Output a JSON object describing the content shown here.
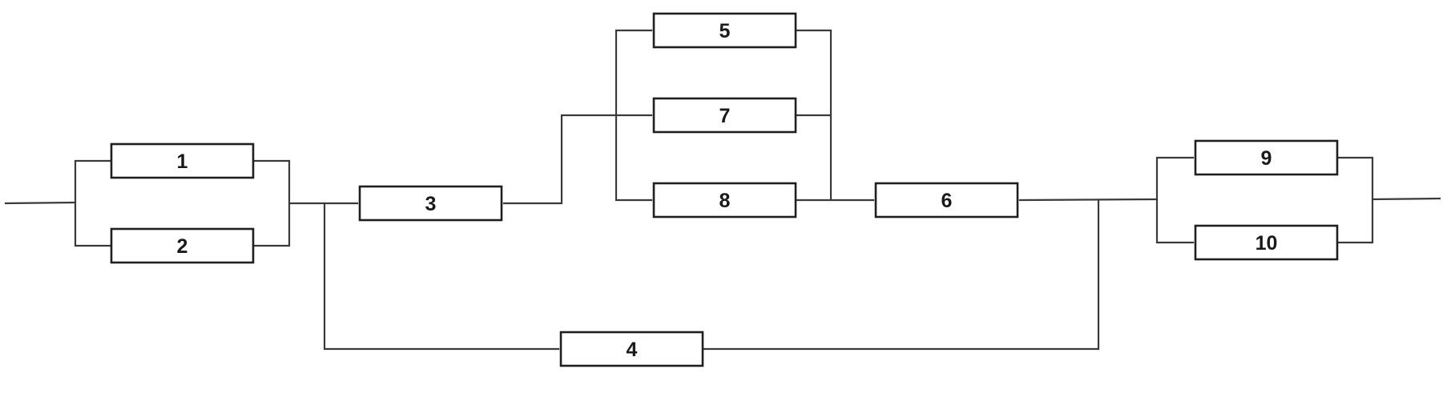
{
  "diagram": {
    "blocks": [
      {
        "id": "b1",
        "label": "1"
      },
      {
        "id": "b2",
        "label": "2"
      },
      {
        "id": "b3",
        "label": "3"
      },
      {
        "id": "b4",
        "label": "4"
      },
      {
        "id": "b5",
        "label": "5"
      },
      {
        "id": "b6",
        "label": "6"
      },
      {
        "id": "b7",
        "label": "7"
      },
      {
        "id": "b8",
        "label": "8"
      },
      {
        "id": "b9",
        "label": "9"
      },
      {
        "id": "b10",
        "label": "10"
      }
    ],
    "colors": {
      "line": "#3a3a3a",
      "box_border": "#1f1f1f",
      "text": "#1a1a1a",
      "background": "#ffffff"
    }
  }
}
